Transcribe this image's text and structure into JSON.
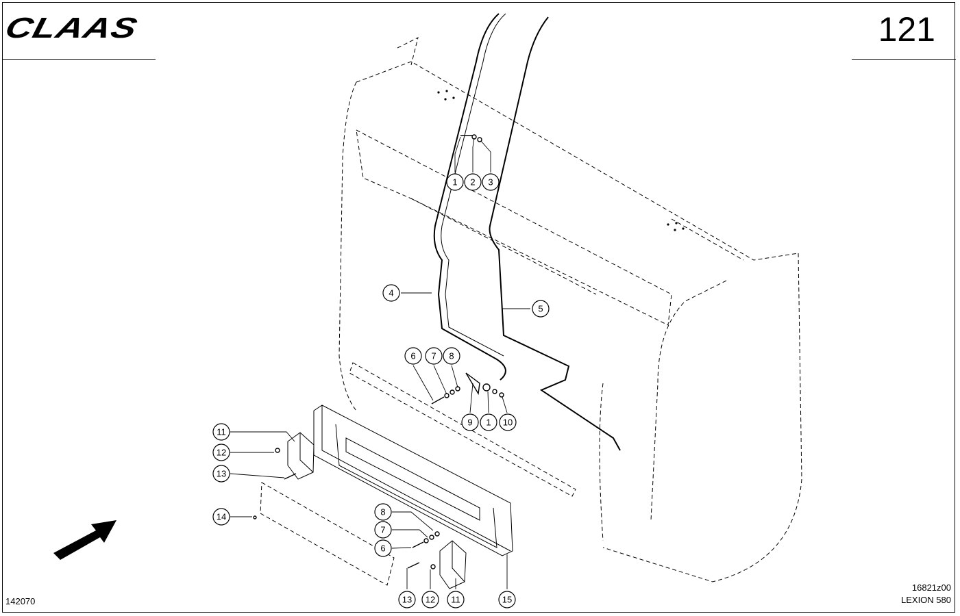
{
  "header": {
    "logo_text": "CLAAS",
    "page_number": "121"
  },
  "footer": {
    "document_code": "142070",
    "figure_code": "16821z00",
    "model": "LEXION 580"
  },
  "callouts": [
    "1",
    "2",
    "3",
    "1",
    "4",
    "5",
    "6",
    "7",
    "8",
    "9",
    "10",
    "11",
    "12",
    "13",
    "14",
    "8",
    "7",
    "6",
    "13",
    "12",
    "11",
    "15"
  ],
  "colors": {
    "line": "#000000",
    "background": "#ffffff"
  }
}
